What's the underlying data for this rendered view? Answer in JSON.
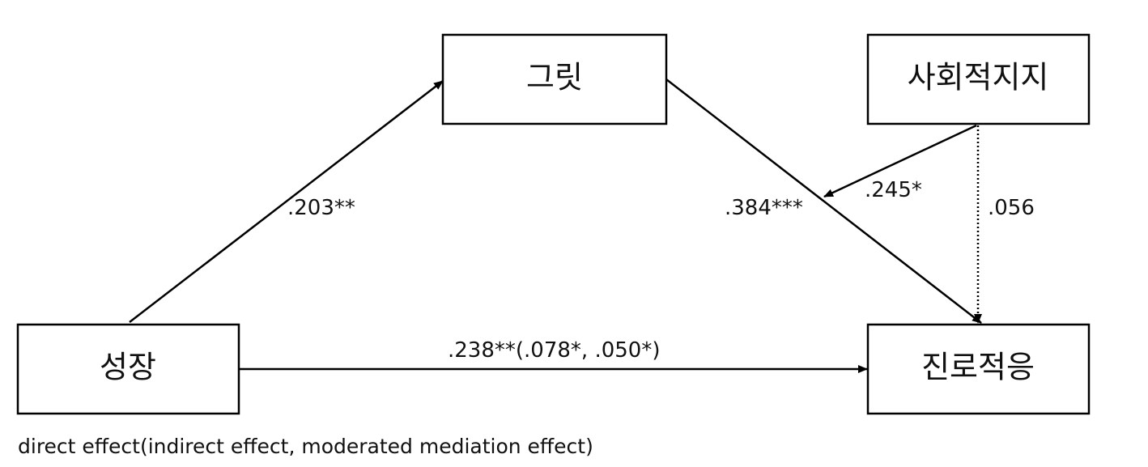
{
  "nodes": {
    "growth": "성장",
    "grit": "그릿",
    "social_support": "사회적지지",
    "career_adaptation": "진로적응"
  },
  "paths": {
    "growth_to_grit": ".203**",
    "grit_to_adaptation": ".384***",
    "support_to_path": ".245*",
    "support_to_adaptation": ".056",
    "growth_to_adaptation": ".238**(.078*,  .050*)"
  },
  "note": "direct effect(indirect effect, moderated mediation effect)"
}
